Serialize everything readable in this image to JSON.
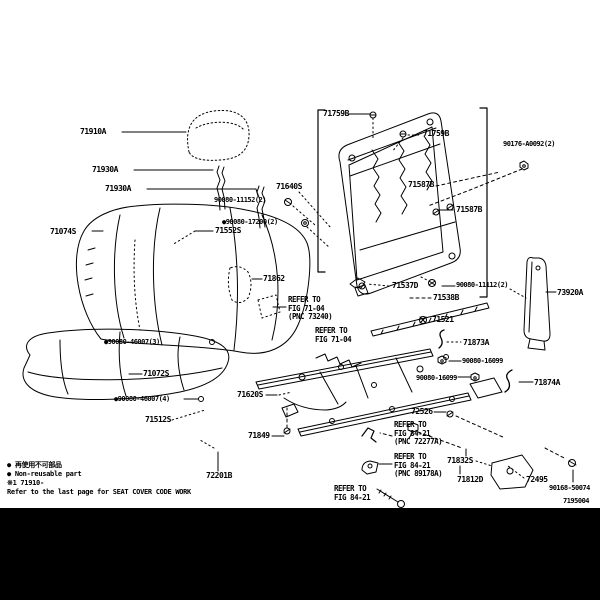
{
  "page": {
    "background": "#ffffff",
    "ink": "#000000",
    "bottom_bar_color": "#000000",
    "footer_code": "7195004"
  },
  "labels": {
    "p71910a": "71910A",
    "p71930a_1": "71930A",
    "p71930a_2": "71930A",
    "p71074s": "71074S",
    "p90080_11152": "90080-11152(2)",
    "p90080_17200": "●90080-17200(2)",
    "p71552s": "71552S",
    "p71640s": "71640S",
    "p71759b_1": "71759B",
    "p71759b_2": "71759B",
    "p90176_a0092": "90176-A0092(2)",
    "p71587b_1": "71587B",
    "p71587b_2": "71587B",
    "p71862": "71862",
    "p71537d": "71537D",
    "p90080_11112": "90080-11112(2)",
    "p73920a": "73920A",
    "p71538b": "71538B",
    "p71521": "71521",
    "p71873a": "71873A",
    "p90080_16099_1": "90080-16099",
    "p90080_16099_2": "90080-16099",
    "p71874a": "71874A",
    "p90080_46007_3": "●90080-46007(3)",
    "p71072s": "71072S",
    "p90080_46007_4": "●90080-46007(4)",
    "p71620s": "71620S",
    "p71512s": "71512S",
    "p71849": "71849",
    "p72201b": "72201B",
    "p72526": "72526",
    "p71832s": "71832S",
    "p71812d": "71812D",
    "p72495": "72495",
    "p90168_50074": "90168-50074"
  },
  "refer_notes": {
    "fig7104_a": {
      "l1": "REFER TO",
      "l2": "FIG 71-04",
      "l3": "(PNC 73240)"
    },
    "fig7104_b": {
      "l1": "REFER TO",
      "l2": "FIG 71-04"
    },
    "fig8421_a": {
      "l1": "REFER TO",
      "l2": "FIG 84-21",
      "l3": "(PNC 72277A)"
    },
    "fig8421_b": {
      "l1": "REFER TO",
      "l2": "FIG 84-21",
      "l3": "(PNC 89178A)"
    },
    "fig8421_c": {
      "l1": "REFER TO",
      "l2": "FIG 84-21"
    }
  },
  "legend": {
    "line1": "● 再使用不可部品",
    "line2": "● Non-reusable part",
    "line3": "※1 71910-",
    "line4": "Refer to the last page for SEAT COVER CODE WORK"
  }
}
